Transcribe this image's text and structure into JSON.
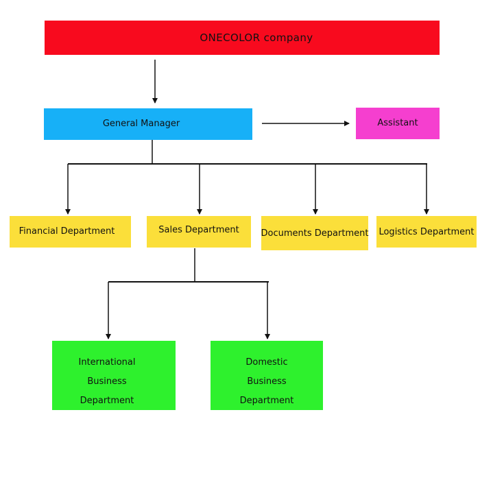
{
  "company": {
    "label": "ONECOLOR company"
  },
  "general_manager": {
    "label": "General Manager"
  },
  "assistant": {
    "label": "Assistant"
  },
  "departments": [
    {
      "label": "Financial Department"
    },
    {
      "label": "Sales Department"
    },
    {
      "label": "Documents Department"
    },
    {
      "label": "Logistics Department"
    }
  ],
  "sales_subdepartments": [
    {
      "lines": [
        "International",
        "Business",
        "Department"
      ]
    },
    {
      "lines": [
        "Domestic",
        "Business",
        "Department"
      ]
    }
  ],
  "colors": {
    "company": "#f80a1e",
    "general_manager": "#17b0f7",
    "assistant": "#f53fcf",
    "departments": "#fbdf3a",
    "subdepartments": "#2ef12d",
    "connector": "#111111"
  }
}
